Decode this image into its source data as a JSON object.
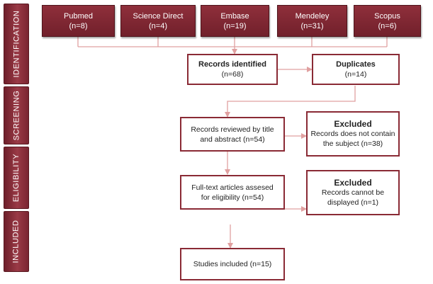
{
  "stages": [
    "IDENTIFICATION",
    "SCREENING",
    "ELIGIBILITY",
    "INCLUDED"
  ],
  "sources": [
    {
      "name": "Pubmed",
      "count": "(n=8)"
    },
    {
      "name": "Science Direct",
      "count": "(n=4)"
    },
    {
      "name": "Embase",
      "count": "(n=19)"
    },
    {
      "name": "Mendeley",
      "count": "(n=31)"
    },
    {
      "name": "Scopus",
      "count": "(n=6)"
    }
  ],
  "identified": {
    "title": "Records identified",
    "count": "(n=68)"
  },
  "duplicates": {
    "title": "Duplicates",
    "count": "(n=14)"
  },
  "screened": {
    "line1": "Records reviewed by title",
    "line2": "and abstract (n=54)"
  },
  "excluded_screening": {
    "title": "Excluded",
    "line1": "Records does not contain",
    "line2": "the subject (n=38)"
  },
  "fulltext": {
    "line1": "Full-text articles assesed",
    "line2": "for eligibility (n=54)"
  },
  "excluded_eligibility": {
    "title": "Excluded",
    "line1": "Records cannot be",
    "line2": "displayed (n=1)"
  },
  "included": {
    "text": "Studies included (n=15)"
  },
  "colors": {
    "accent": "#8a2a35",
    "connector": "#e0a0a0"
  }
}
